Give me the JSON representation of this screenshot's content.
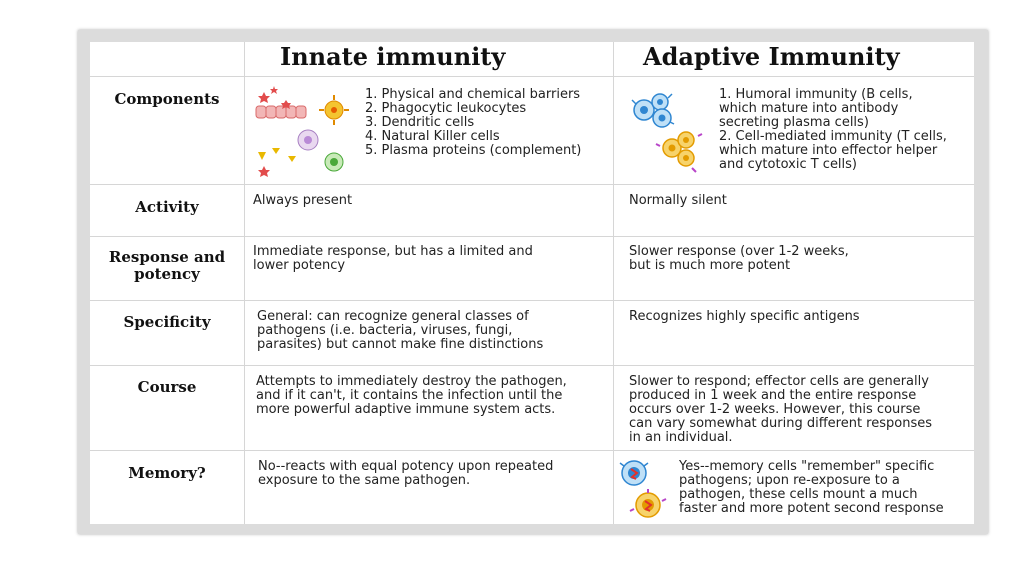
{
  "headers": {
    "innate": "Innate immunity",
    "adaptive": "Adaptive Immunity"
  },
  "rows": {
    "components": {
      "label": "Components",
      "innate": [
        "1. Physical and chemical barriers",
        "2. Phagocytic leukocytes",
        "3. Dendritic cells",
        "4. Natural Killer cells",
        "5. Plasma proteins (complement)"
      ],
      "adaptive": [
        "1. Humoral immunity (B cells,",
        "which mature into antibody",
        "secreting plasma cells)",
        "2. Cell-mediated immunity (T cells,",
        "which mature into effector helper",
        "and cytotoxic T cells)"
      ]
    },
    "activity": {
      "label": "Activity",
      "innate": "Always present",
      "adaptive": "Normally silent"
    },
    "response": {
      "label": [
        "Response and",
        "potency"
      ],
      "innate": [
        "Immediate response, but has a limited and",
        "lower potency"
      ],
      "adaptive": [
        "Slower response (over 1-2 weeks,",
        "but is much more potent"
      ]
    },
    "specificity": {
      "label": "Specificity",
      "innate": [
        "General: can recognize general classes of",
        "pathogens (i.e. bacteria, viruses, fungi,",
        "parasites) but cannot make fine distinctions"
      ],
      "adaptive": "Recognizes highly specific antigens"
    },
    "course": {
      "label": "Course",
      "innate": [
        "Attempts to immediately destroy the pathogen,",
        "and if it can't, it contains the infection until the",
        "more powerful adaptive immune system acts."
      ],
      "adaptive": [
        "Slower to respond; effector cells are generally",
        "produced in 1 week and the entire response",
        "occurs over 1-2 weeks.  However, this course",
        "can vary somewhat during different responses",
        "in an individual."
      ]
    },
    "memory": {
      "label": "Memory?",
      "innate": [
        "No--reacts with equal potency upon repeated",
        "exposure to the same pathogen."
      ],
      "adaptive": [
        "Yes--memory cells \"remember\" specific",
        "pathogens; upon re-exposure to a",
        "pathogen, these cells mount a much",
        "faster and more potent second response"
      ]
    }
  },
  "icons": [
    "innate-cells-illustration",
    "lymphocytes-illustration",
    "memory-cells-illustration"
  ],
  "colors": {
    "frame": "#dcdcdc",
    "grid": "#d6d6d6",
    "text": "#222222"
  }
}
